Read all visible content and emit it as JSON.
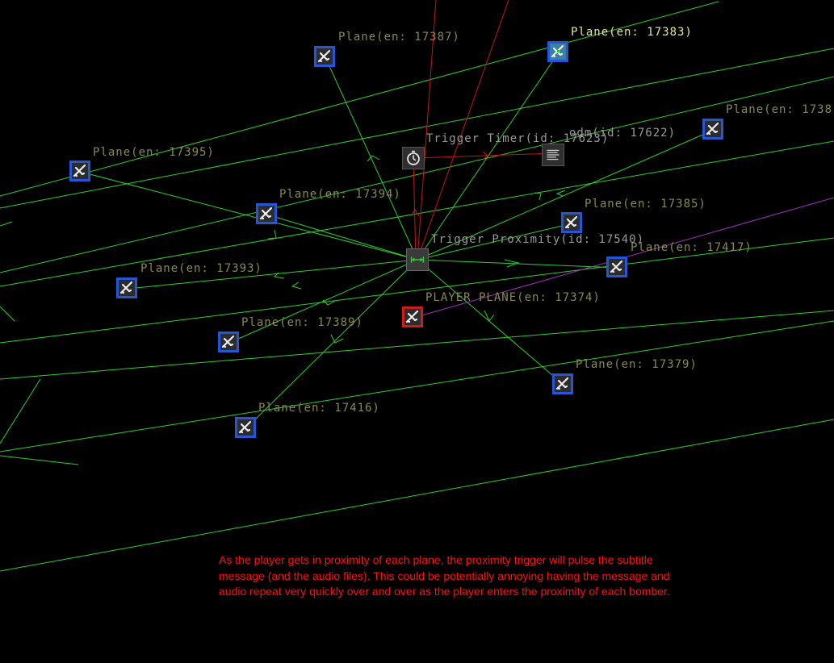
{
  "colors": {
    "background": "#000000",
    "link": "#2bd02b",
    "trigger_link": "#c01818",
    "target_link": "#a030c0",
    "plane_border": "#2456d9",
    "player_border": "#d11a1a",
    "label": "#8a8a4a",
    "label_selected": "#e6e68a",
    "note_text": "#ff1010"
  },
  "planes": {
    "p17387": {
      "label": "Plane(en: 17387)",
      "icon": "plane-icon"
    },
    "p17383": {
      "label": "Plane(en: 17383)",
      "icon": "plane-icon"
    },
    "p1738x": {
      "label": "Plane(en: 1738",
      "icon": "plane-icon"
    },
    "p17395": {
      "label": "Plane(en: 17395)",
      "icon": "plane-icon"
    },
    "p17394": {
      "label": "Plane(en: 17394)",
      "icon": "plane-icon"
    },
    "p17385": {
      "label": "Plane(en: 17385)",
      "icon": "plane-icon"
    },
    "p17417": {
      "label": "Plane(en: 17417)",
      "icon": "plane-icon"
    },
    "p17393": {
      "label": "Plane(en: 17393)",
      "icon": "plane-icon"
    },
    "p17389": {
      "label": "Plane(en: 17389)",
      "icon": "plane-icon"
    },
    "p17379": {
      "label": "Plane(en: 17379)",
      "icon": "plane-icon"
    },
    "p17416": {
      "label": "Plane(en: 17416)",
      "icon": "plane-icon"
    },
    "player": {
      "label": "PLAYER PLANE(en: 17374)",
      "icon": "plane-icon"
    }
  },
  "triggers": {
    "timer": {
      "label": "Trigger Timer(id: 17623)",
      "icon": "stopwatch-icon"
    },
    "proximity": {
      "label": "Trigger Proximity(id: 17540)",
      "icon": "proximity-icon"
    },
    "subtitle": {
      "label": "odm(id: 17622)",
      "icon": "text-lines-icon"
    }
  },
  "note": "As the player gets in proximity of each plane, the proximity trigger will pulse the subtitle message (and the audio files). This could be potentially annoying having the message and audio repeat very quickly over and over as the player enters the proximity of each bomber."
}
